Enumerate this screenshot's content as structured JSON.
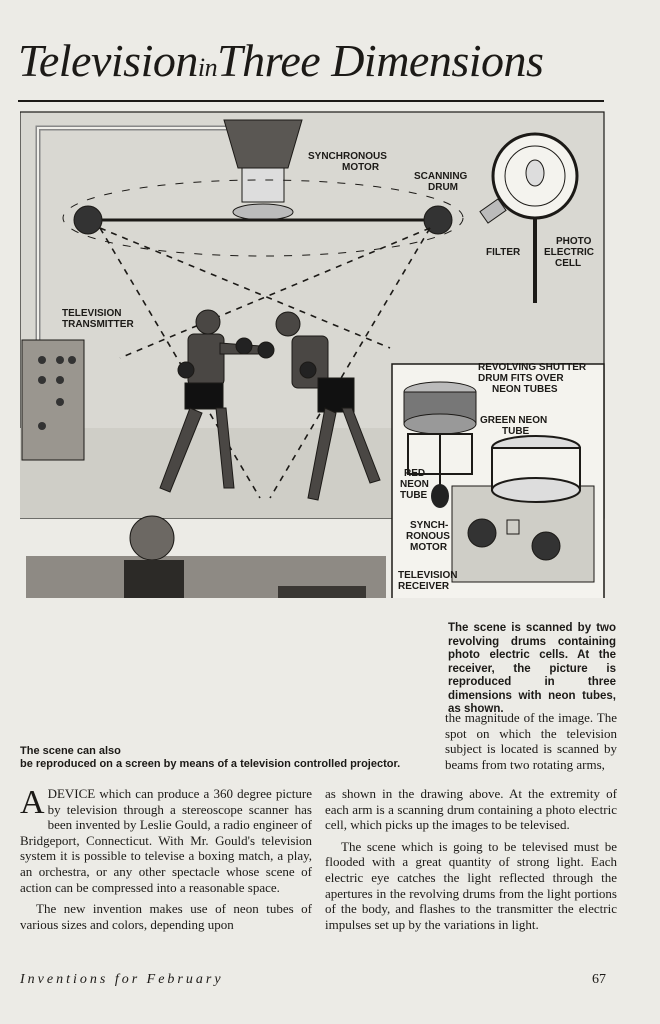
{
  "title": {
    "part1": "Television",
    "part2": "in",
    "part3": "Three Dimensions"
  },
  "figure": {
    "labels": {
      "synchronous_motor_1": "SYNCHRONOUS",
      "synchronous_motor_2": "MOTOR",
      "scanning_drum_1": "SCANNING",
      "scanning_drum_2": "DRUM",
      "photo_electric_cell_1": "PHOTO",
      "photo_electric_cell_2": "ELECTRIC",
      "photo_electric_cell_3": "CELL",
      "filter": "FILTER",
      "television_transmitter_1": "TELEVISION",
      "television_transmitter_2": "TRANSMITTER",
      "revolving_shutter_1": "REVOLVING SHUTTER",
      "revolving_shutter_2": "DRUM FITS OVER",
      "revolving_shutter_3": "NEON TUBES",
      "green_neon_tube_1": "GREEN NEON",
      "green_neon_tube_2": "TUBE",
      "red_neon_tube_1": "RED",
      "red_neon_tube_2": "NEON",
      "red_neon_tube_3": "TUBE",
      "synchronous_motor2_1": "SYNCH-",
      "synchronous_motor2_2": "RONOUS",
      "synchronous_motor2_3": "MOTOR",
      "television_receiver_1": "TELEVISION",
      "television_receiver_2": "RECEIVER"
    }
  },
  "captions": {
    "scanned": "The scene is scanned by two revolving drums containing photo electric cells. At the receiver, the picture is reproduced in three dimensions with neon tubes, as shown.",
    "projector_1": "The scene can also",
    "projector_2": "be reproduced on a screen by means of a television controlled projector."
  },
  "article": {
    "right_top": "the magnitude of the image. The spot on which the television subject is located is scanned by beams from two rotating arms,",
    "dropcap": "A",
    "left_p1": "DEVICE which can produce a 360 degree picture by television through a stereoscope scanner has been invented by Leslie Gould, a radio engineer of Bridgeport, Connecticut. With Mr. Gould's television system it is possible to televise a boxing match, a play, an orchestra, or any other spectacle whose scene of action can be compressed into a reasonable space.",
    "left_p2": "The new invention makes use of neon tubes of various sizes and colors, depending upon",
    "right_p1": "as shown in the drawing above. At the extremity of each arm is a scanning drum containing a photo electric cell, which picks up the images to be televised.",
    "right_p2": "The scene which is going to be televised must be flooded with a great quantity of strong light. Each electric eye catches the light reflected through the apertures in the revolving drums from the light portions of the body, and flashes to the transmitter the electric impulses set up by the variations in light."
  },
  "footer": {
    "magazine": "Inventions for February",
    "page_number": "67"
  }
}
